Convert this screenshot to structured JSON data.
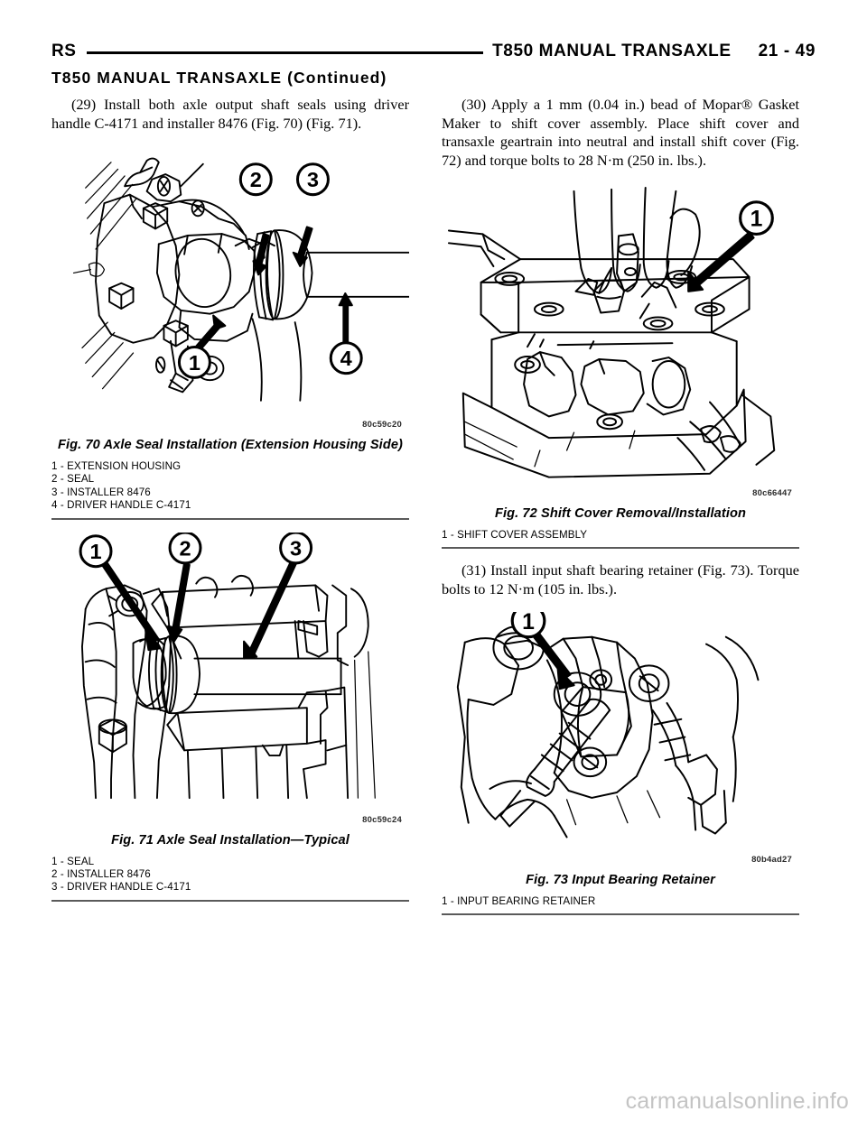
{
  "header": {
    "code": "RS",
    "title": "T850 MANUAL TRANSAXLE",
    "page": "21 - 49"
  },
  "section_title": "T850 MANUAL TRANSAXLE (Continued)",
  "left_column": {
    "paragraph_29": "(29) Install both axle output shaft seals using driver handle C-4171 and installer 8476 (Fig. 70) (Fig. 71).",
    "figure_70": {
      "caption": "Fig. 70 Axle Seal Installation (Extension Housing Side)",
      "image_code": "80c59c20",
      "legend": [
        "1 - EXTENSION HOUSING",
        "2 - SEAL",
        "3 - INSTALLER 8476",
        "4 - DRIVER HANDLE C-4171"
      ],
      "callouts": [
        "1",
        "2",
        "3",
        "4"
      ]
    },
    "figure_71": {
      "caption": "Fig. 71 Axle Seal Installation—Typical",
      "image_code": "80c59c24",
      "legend": [
        "1 - SEAL",
        "2 - INSTALLER 8476",
        "3 - DRIVER HANDLE C-4171"
      ],
      "callouts": [
        "1",
        "2",
        "3"
      ]
    }
  },
  "right_column": {
    "paragraph_30": "(30) Apply a 1 mm (0.04 in.) bead of Mopar® Gasket Maker to shift cover assembly. Place shift cover and transaxle geartrain into neutral and install shift cover (Fig. 72) and torque bolts to 28 N·m (250 in. lbs.).",
    "figure_72": {
      "caption": "Fig. 72 Shift Cover Removal/Installation",
      "image_code": "80c66447",
      "legend": [
        "1 - SHIFT COVER ASSEMBLY"
      ],
      "callouts": [
        "1"
      ]
    },
    "paragraph_31": "(31) Install input shaft bearing retainer (Fig. 73). Torque bolts to 12 N·m (105 in. lbs.).",
    "figure_73": {
      "caption": "Fig. 73 Input Bearing Retainer",
      "image_code": "80b4ad27",
      "legend": [
        "1 - INPUT BEARING RETAINER"
      ],
      "callouts": [
        "1"
      ]
    }
  },
  "watermark": "carmanualsonline.info"
}
